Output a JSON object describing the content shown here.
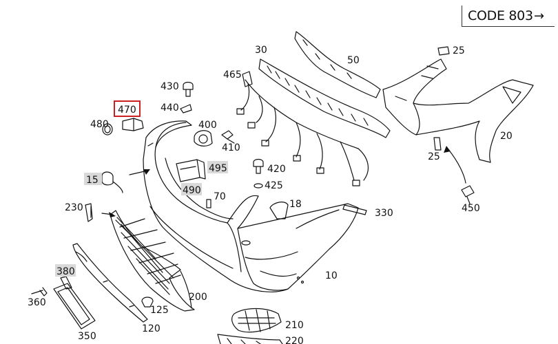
{
  "header": {
    "code_label": "CODE 803",
    "arrow_icon": "right-arrow-icon"
  },
  "callouts": [
    {
      "id": "c470",
      "text": "470",
      "highlight": "red"
    },
    {
      "id": "c480",
      "text": "480"
    },
    {
      "id": "c430",
      "text": "430"
    },
    {
      "id": "c440",
      "text": "440"
    },
    {
      "id": "c400",
      "text": "400"
    },
    {
      "id": "c410",
      "text": "410"
    },
    {
      "id": "c465",
      "text": "465"
    },
    {
      "id": "c30",
      "text": "30"
    },
    {
      "id": "c50",
      "text": "50"
    },
    {
      "id": "c25a",
      "text": "25"
    },
    {
      "id": "c20",
      "text": "20"
    },
    {
      "id": "c25b",
      "text": "25"
    },
    {
      "id": "c450",
      "text": "450"
    },
    {
      "id": "c15",
      "text": "15",
      "highlight": "gray"
    },
    {
      "id": "c495",
      "text": "495",
      "highlight": "gray"
    },
    {
      "id": "c490",
      "text": "490",
      "highlight": "gray"
    },
    {
      "id": "c420",
      "text": "420"
    },
    {
      "id": "c425",
      "text": "425"
    },
    {
      "id": "c70",
      "text": "70"
    },
    {
      "id": "c230",
      "text": "230"
    },
    {
      "id": "c18",
      "text": "18"
    },
    {
      "id": "c330",
      "text": "330"
    },
    {
      "id": "c380",
      "text": "380",
      "highlight": "gray"
    },
    {
      "id": "c10",
      "text": "10"
    },
    {
      "id": "c360",
      "text": "360"
    },
    {
      "id": "c200",
      "text": "200"
    },
    {
      "id": "c125",
      "text": "125"
    },
    {
      "id": "c120",
      "text": "120"
    },
    {
      "id": "c210",
      "text": "210"
    },
    {
      "id": "c350",
      "text": "350"
    },
    {
      "id": "c220",
      "text": "220"
    }
  ],
  "colors": {
    "line": "#111111",
    "highlight_red": "#cc1f1f",
    "highlight_gray": "#d9d9d9"
  }
}
